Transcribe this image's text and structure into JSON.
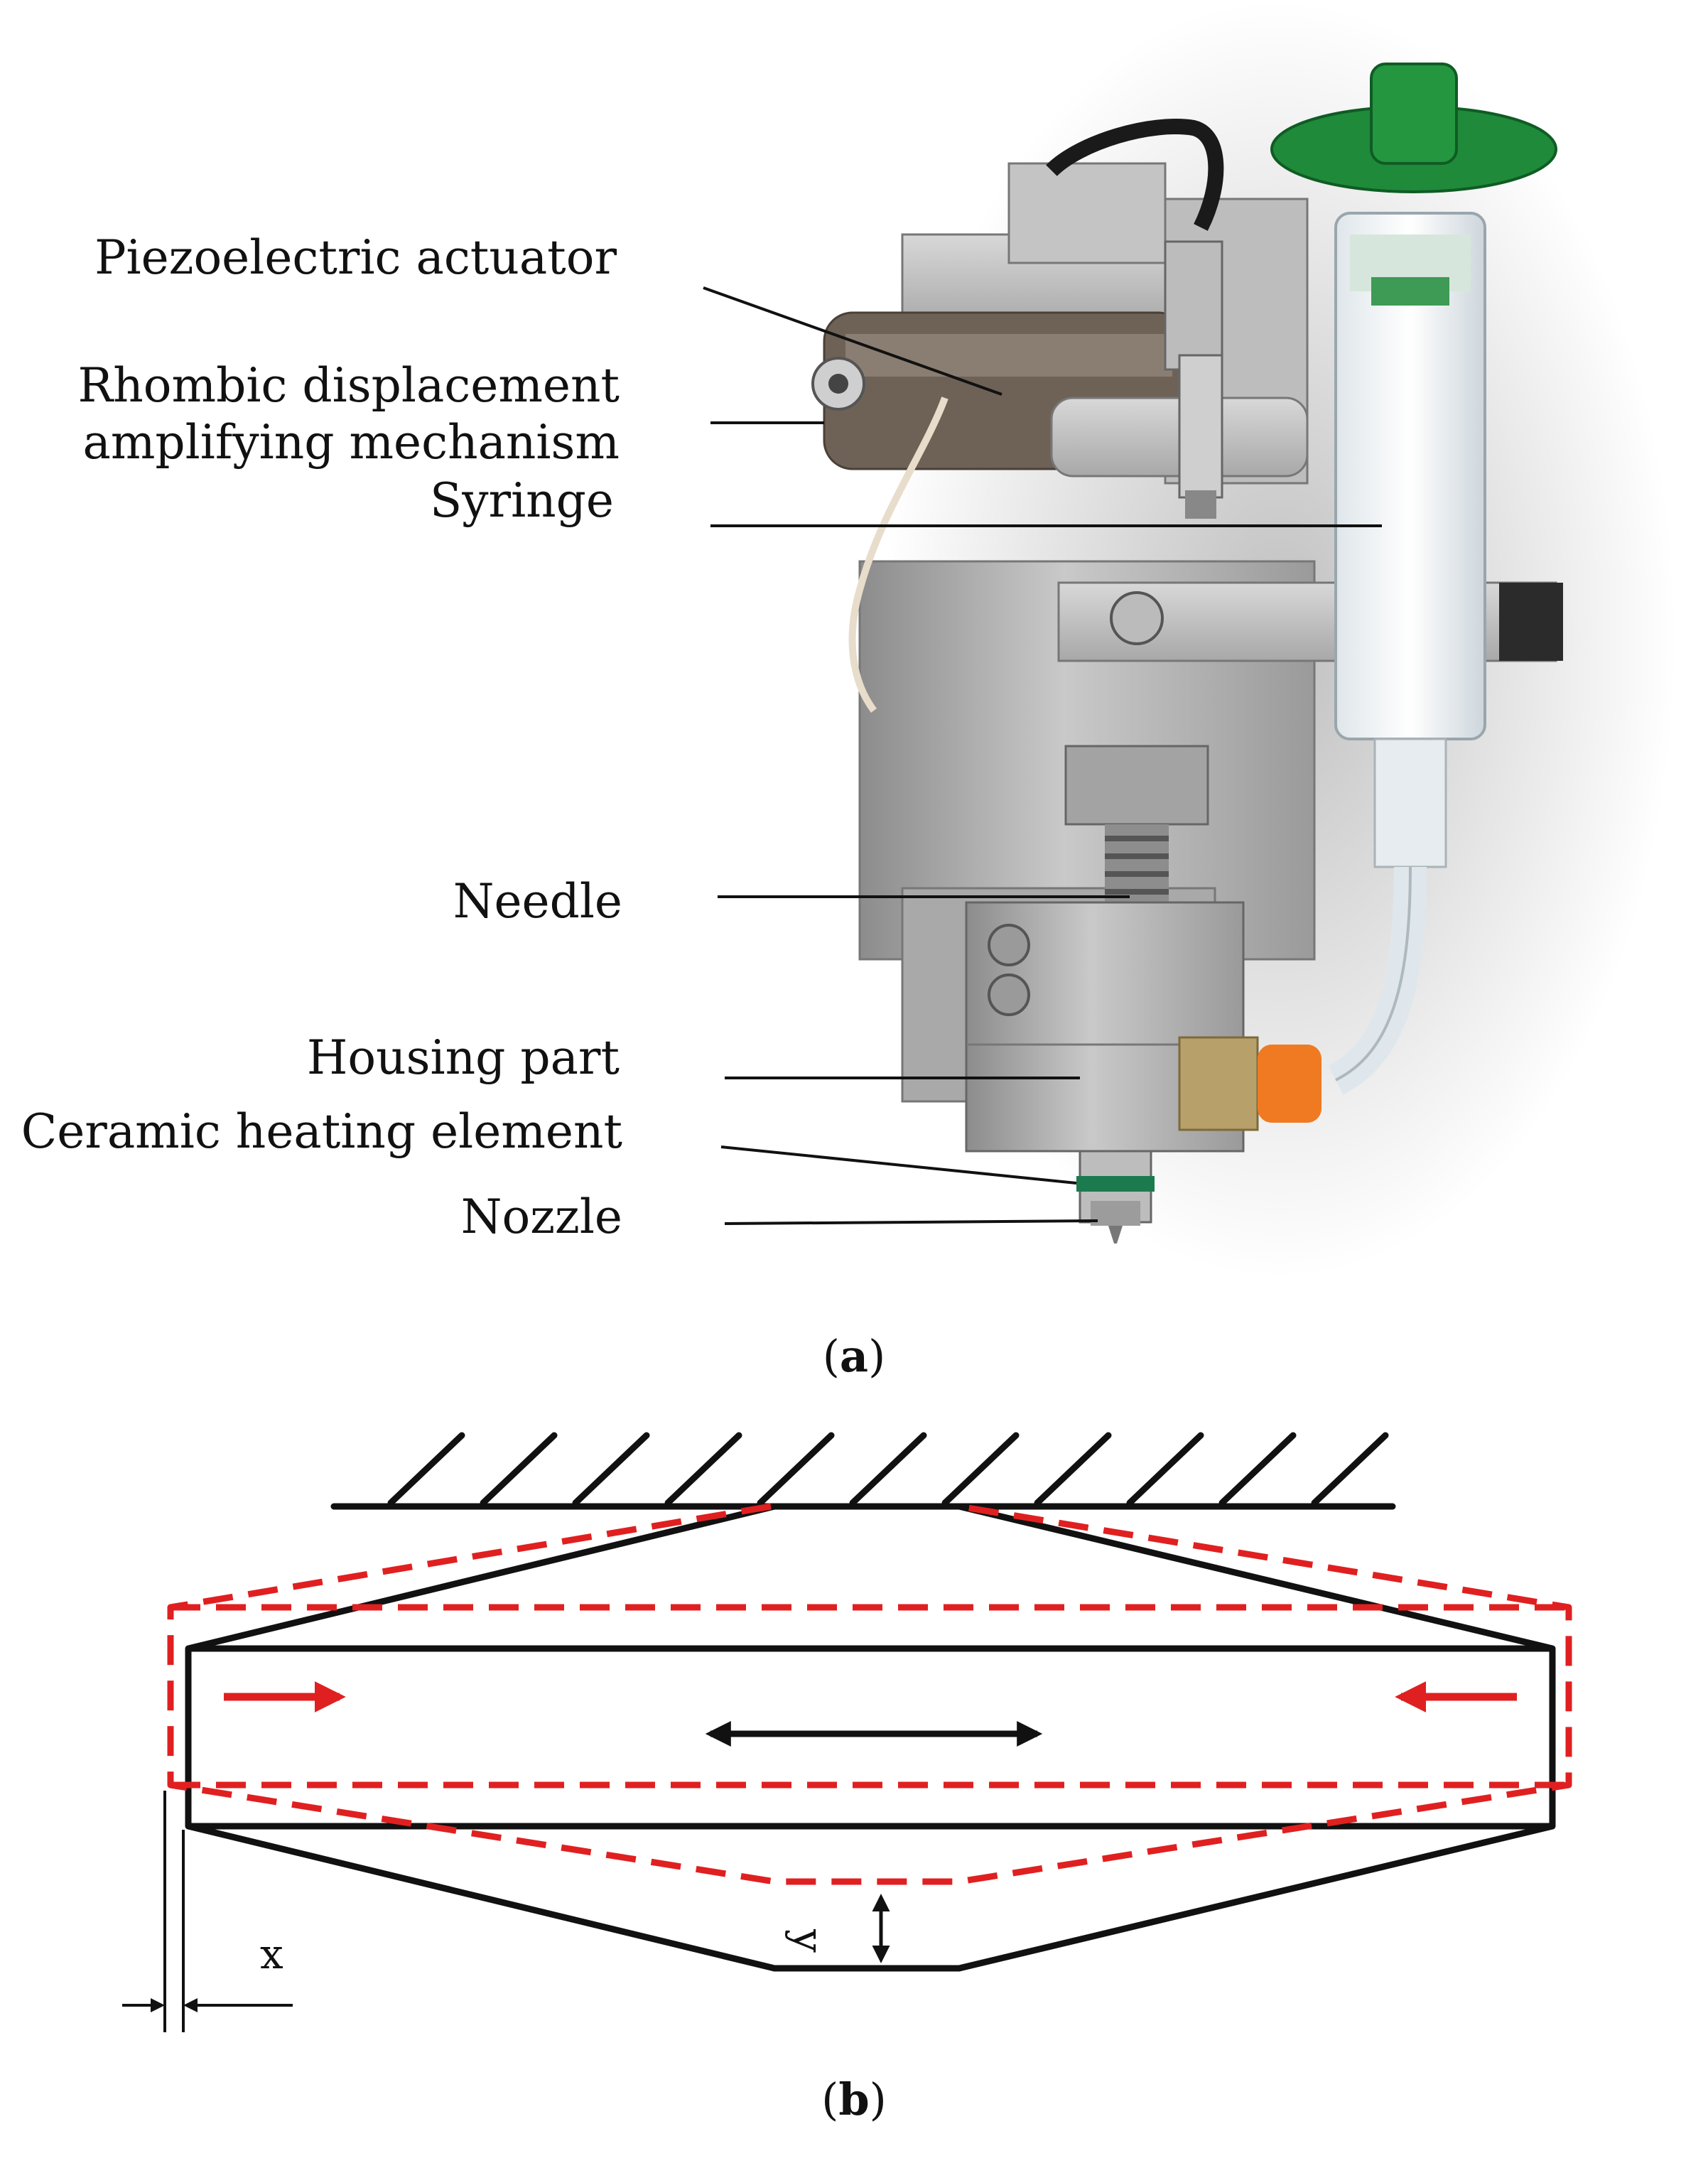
{
  "panel_a": {
    "labels": {
      "piezo": "Piezoelectric actuator",
      "rhombic_1": "Rhombic displacement",
      "rhombic_2": "amplifying mechanism",
      "syringe": "Syringe",
      "needle": "Needle",
      "housing": "Housing part",
      "ceramic": "Ceramic heating element",
      "nozzle": "Nozzle"
    },
    "caption_open": "(",
    "caption_letter": "a",
    "caption_close": ")"
  },
  "panel_b": {
    "x_label": "x",
    "y_label": "y",
    "caption_open": "(",
    "caption_letter": "b",
    "caption_close": ")",
    "colors": {
      "original_outline": "#111111",
      "deformed_outline": "#e02020",
      "arrow_red": "#e02020"
    }
  }
}
